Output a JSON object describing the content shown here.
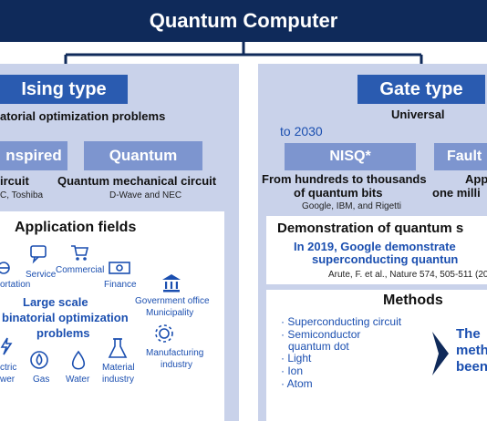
{
  "title": "Quantum Computer",
  "ising": {
    "header": "Ising type",
    "subtitle": "atorial optimization problems",
    "inspired": {
      "label": "nspired",
      "line1": "ircuit",
      "line2": "C, Toshiba"
    },
    "quantum": {
      "label": "Quantum",
      "line1": "Quantum mechanical circuit",
      "line2": "D-Wave and NEC"
    },
    "app": {
      "title": "Application fields",
      "labels": {
        "service": "Service",
        "commercial": "Commercial",
        "finance": "Finance",
        "portation": "ortation",
        "government": "Government office",
        "municipality": "Municipality",
        "manufacturing1": "Manufacturing",
        "manufacturing2": "industry",
        "electric1": "ctric",
        "electric2": "wer",
        "gas": "Gas",
        "water": "Water",
        "material1": "Material",
        "material2": "industry"
      },
      "center1": "Large scale",
      "center2": "binatorial optimization",
      "center3": "problems"
    }
  },
  "gate": {
    "header": "Gate type",
    "subtitle": "Universal",
    "to2030": "to 2030",
    "nisq": {
      "label": "NISQ*",
      "line1": "From hundreds to thousands",
      "line2": "of quantum bits",
      "line3": "Google, IBM, and Rigetti"
    },
    "fault": {
      "label": "Fault",
      "line1": "App",
      "line2": "one milli"
    },
    "demo": {
      "title": "Demonstration of quantum s",
      "line1": "In 2019, Google demonstrate",
      "line2": "superconducting quantun",
      "ref": "Arute, F. et al., Nature 574, 505-511 (20"
    },
    "methods": {
      "title": "Methods",
      "items": [
        "Superconducting circuit",
        "Semiconductor",
        "quantum dot",
        "Light",
        "Ion",
        "Atom"
      ],
      "right": [
        "The",
        "meth",
        "been"
      ]
    }
  }
}
